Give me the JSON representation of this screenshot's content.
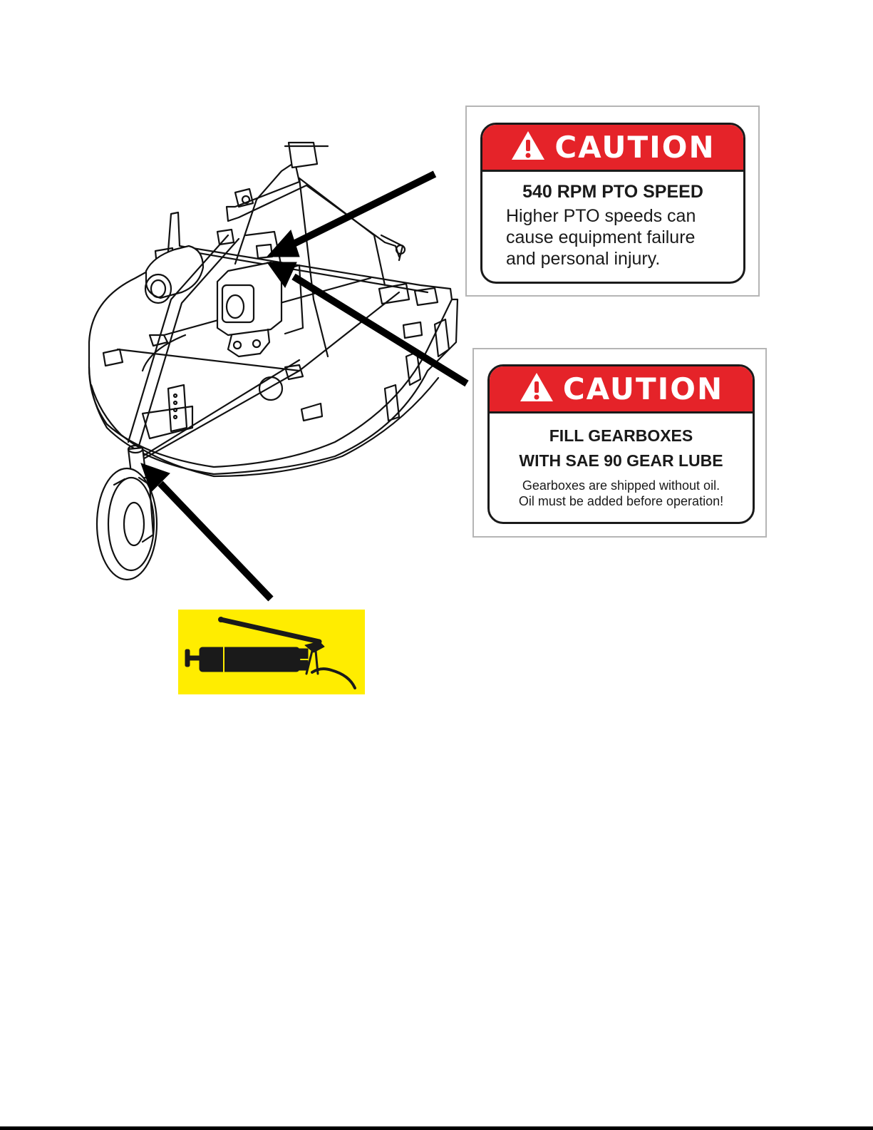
{
  "decal_pto": {
    "caution_word": "CAUTION",
    "headline": "540 RPM PTO SPEED",
    "message_lines": [
      "Higher PTO speeds can",
      "cause equipment failure",
      "and personal injury."
    ],
    "header_color": "#e52329"
  },
  "decal_gearbox": {
    "caution_word": "CAUTION",
    "headline_lines": [
      "FILL GEARBOXES",
      "WITH SAE 90 GEAR LUBE"
    ],
    "note_lines": [
      "Gearboxes are shipped without oil.",
      "Oil must be added before operation!"
    ],
    "header_color": "#e52329"
  },
  "grease_label": {
    "icon": "grease-gun-icon",
    "background_color": "#ffed00"
  },
  "illustration": {
    "icon": "rotary-mower-illustration"
  }
}
